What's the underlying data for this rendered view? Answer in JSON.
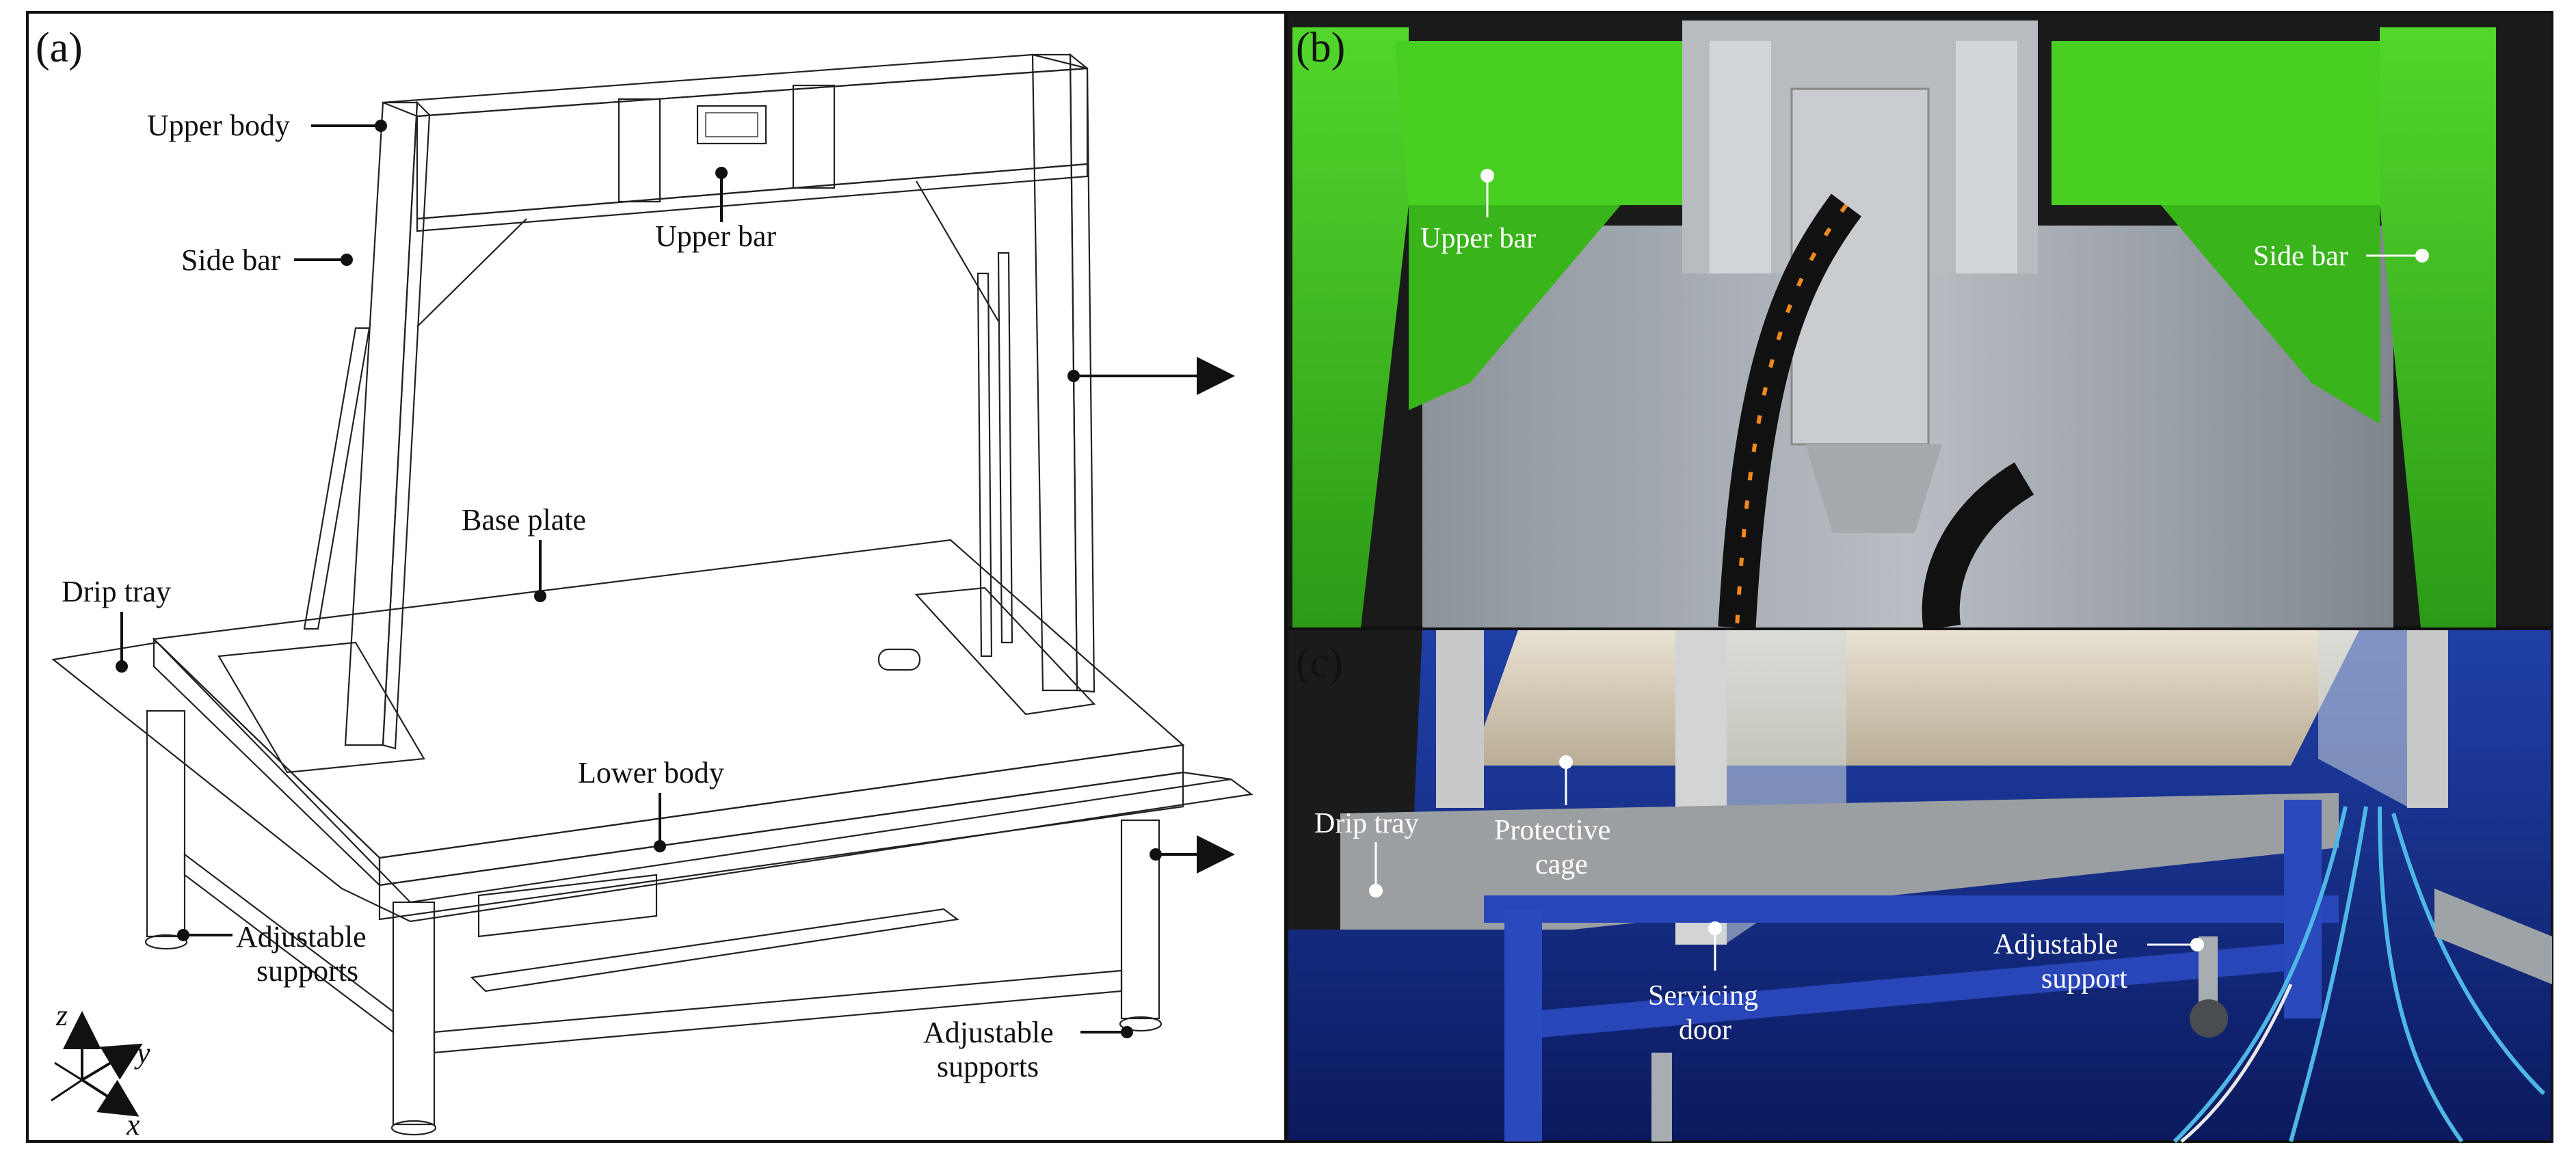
{
  "panels": {
    "a": {
      "tag": "(a)",
      "labels": {
        "upper_body": "Upper body",
        "side_bar": "Side bar",
        "upper_bar": "Upper bar",
        "base_plate": "Base plate",
        "drip_tray": "Drip tray",
        "lower_body": "Lower body",
        "adjustable_supports_left_1": "Adjustable",
        "adjustable_supports_left_2": "supports",
        "adjustable_supports_right_1": "Adjustable",
        "adjustable_supports_right_2": "supports"
      },
      "axes": {
        "z": "z",
        "y": "y",
        "x": "x"
      }
    },
    "b": {
      "tag": "(b)",
      "labels": {
        "upper_bar": "Upper bar",
        "side_bar": "Side bar"
      }
    },
    "c": {
      "tag": "(c)",
      "labels": {
        "drip_tray": "Drip tray",
        "protective_cage_1": "Protective",
        "protective_cage_2": "cage",
        "servicing_door_1": "Servicing",
        "servicing_door_2": "door",
        "adjustable_support_1": "Adjustable",
        "adjustable_support_2": "support"
      }
    }
  },
  "colors": {
    "machine_green": "#3fc21f",
    "frame_blue": "#1f3a9a",
    "steel_grey": "#9aa0a6",
    "background_dark": "#141414"
  }
}
